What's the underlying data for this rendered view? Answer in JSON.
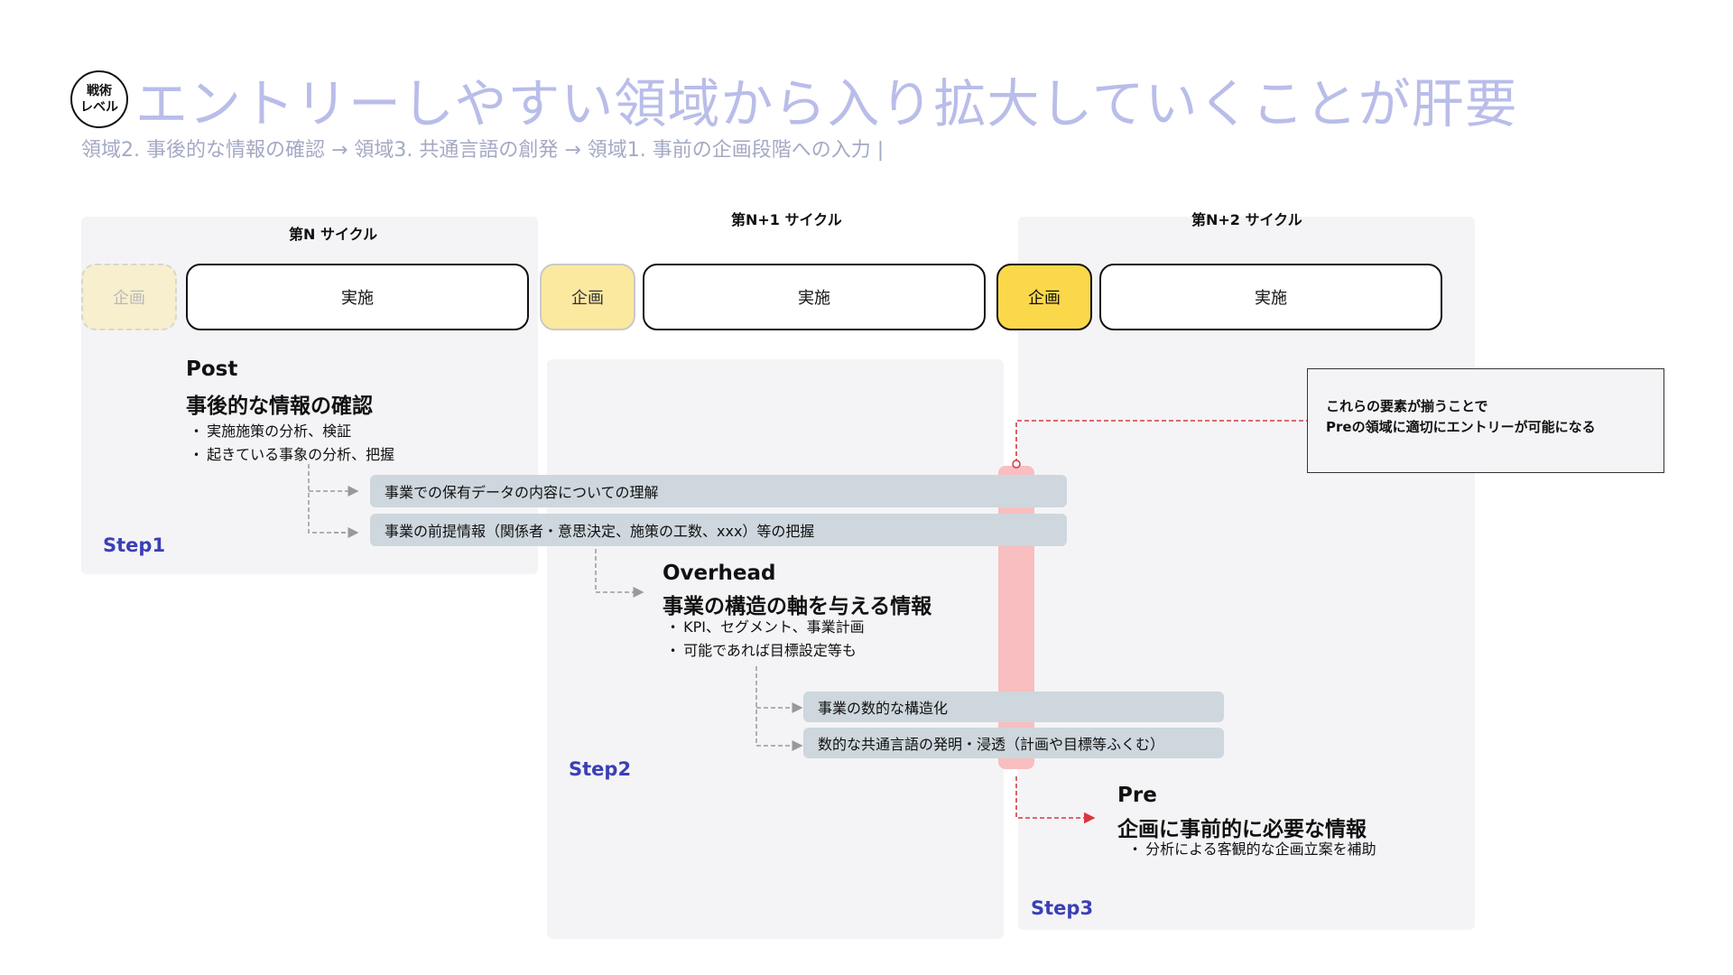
{
  "header": {
    "badge_line1": "戦術",
    "badge_line2": "レベル",
    "title": "エントリーしやすい領域から入り拡大していくことが肝要",
    "subtitle": "領域2. 事後的な情報の確認 → 領域3. 共通言語の創発 → 領域1. 事前の企画段階への入力 |"
  },
  "cycles": [
    {
      "label": "第N サイクル",
      "plan": "企画",
      "exec": "実施"
    },
    {
      "label": "第N+1 サイクル",
      "plan": "企画",
      "exec": "実施"
    },
    {
      "label": "第N+2 サイクル",
      "plan": "企画",
      "exec": "実施"
    }
  ],
  "post": {
    "en": "Post",
    "jp": "事後的な情報の確認",
    "bullets": [
      "実施施策の分析、検証",
      "起きている事象の分析、把握"
    ],
    "bars": [
      "事業での保有データの内容についての理解",
      "事業の前提情報（関係者・意思決定、施策の工数、xxx）等の把握"
    ],
    "step": "Step1"
  },
  "overhead": {
    "en": "Overhead",
    "jp": "事業の構造の軸を与える情報",
    "bullets": [
      "KPI、セグメント、事業計画",
      "可能であれば目標設定等も"
    ],
    "bars": [
      "事業の数的な構造化",
      "数的な共通言語の発明・浸透（計画や目標等ふくむ）"
    ],
    "step": "Step2"
  },
  "pre": {
    "en": "Pre",
    "jp": "企画に事前的に必要な情報",
    "bullets": [
      "分析による客観的な企画立案を補助"
    ],
    "step": "Step3"
  },
  "note": {
    "line1": "これらの要素が揃うことで",
    "line2": "Preの領域に適切にエントリーが可能になる"
  },
  "colors": {
    "title": "#b9bde9",
    "step": "#3a3fb5",
    "pink_bar": "#f7b9bb",
    "red_arrow": "#d9363e",
    "gray_bar": "#cdd7dd",
    "plan_active": "#fbd84a"
  }
}
